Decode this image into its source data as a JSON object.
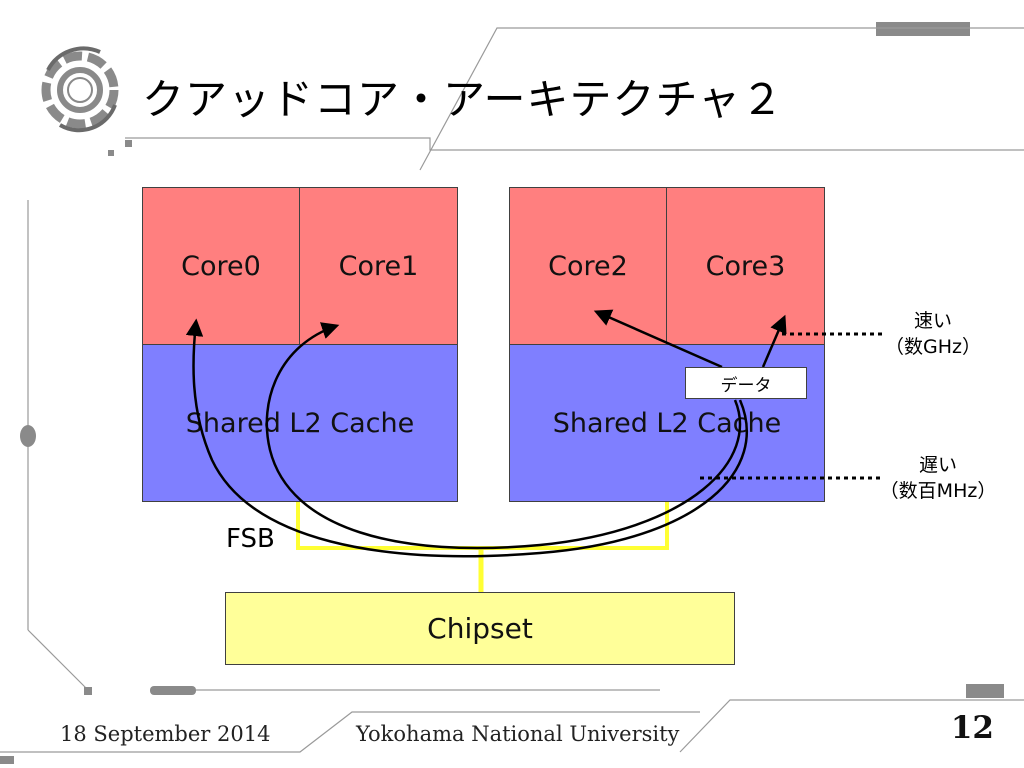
{
  "slide": {
    "title": "クアッドコア・アーキテクチャ２",
    "page_number": "12",
    "footer_date": "18 September 2014",
    "footer_institution": "Yokohama National University"
  },
  "diagram": {
    "cores": [
      "Core0",
      "Core1",
      "Core2",
      "Core3"
    ],
    "caches": [
      "Shared L2 Cache",
      "Shared L2 Cache"
    ],
    "chipset": "Chipset",
    "bus_label": "FSB",
    "data_label": "データ",
    "fast": {
      "label": "速い",
      "detail": "（数GHz）"
    },
    "slow": {
      "label": "遅い",
      "detail": "（数百MHz）"
    }
  },
  "colors": {
    "core": "#ff7f7f",
    "cache": "#7f7fff",
    "chipset": "#ffff99",
    "bus": "#ffff33",
    "decor": "#8a8a8a"
  }
}
